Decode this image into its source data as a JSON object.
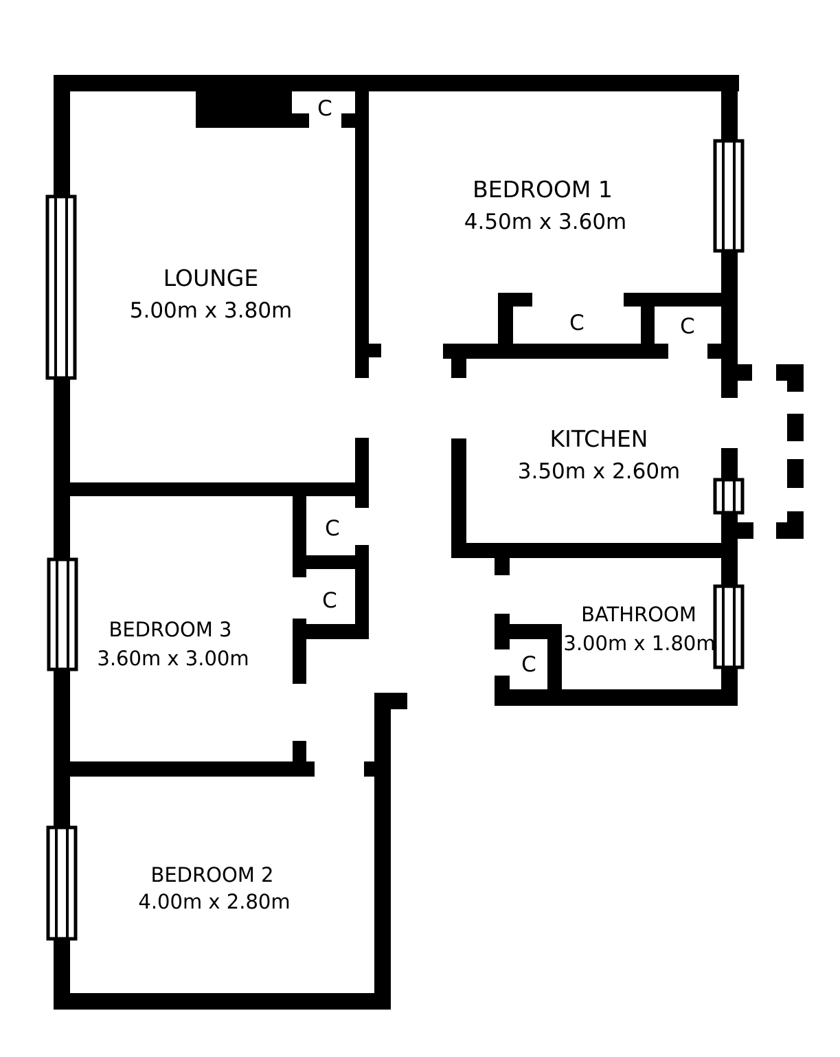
{
  "rooms": {
    "lounge": {
      "name": "LOUNGE",
      "size": "5.00m x 3.80m"
    },
    "bedroom1": {
      "name": "BEDROOM 1",
      "size": "4.50m x 3.60m"
    },
    "kitchen": {
      "name": "KITCHEN",
      "size": "3.50m x 2.60m"
    },
    "bedroom3": {
      "name": "BEDROOM 3",
      "size": "3.60m x 3.00m"
    },
    "bathroom": {
      "name": "BATHROOM",
      "size": "3.00m x 1.80m"
    },
    "bedroom2": {
      "name": "BEDROOM 2",
      "size": "4.00m x 2.80m"
    }
  },
  "closet_label": "C",
  "colors": {
    "wall": "#000000",
    "background": "#ffffff"
  }
}
